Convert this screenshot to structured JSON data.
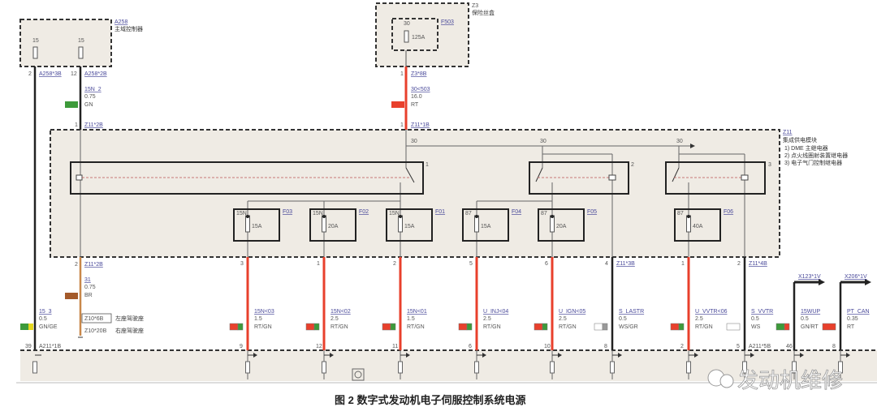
{
  "caption": "图 2 数字式发动机电子伺服控制系统电源",
  "watermark": "发动机维修",
  "colors": {
    "RT": "#e8402c",
    "GN": "#3d9a3a",
    "GE": "#e6d81e",
    "WS": "#ffffff",
    "GR": "#9a9a9a",
    "BR": "#a45a2a",
    "black": "#222222",
    "module_bg": "#efebe4"
  },
  "a258": {
    "id": "A258",
    "name": "主域控制器",
    "terminals": [
      "15",
      "15"
    ],
    "pins": [
      {
        "pin": "2",
        "connector": "A258*3B"
      },
      {
        "pin": "12",
        "connector": "A258*2B"
      }
    ]
  },
  "z3": {
    "id": "Z3",
    "name": "保险丝盒",
    "fuse": {
      "id": "F503",
      "terminal": "30",
      "rating": "125A"
    },
    "pin": "1",
    "connector": "Z3*8B"
  },
  "wire_15n2": {
    "signal": "15N_2",
    "gauge": "0.75",
    "color": "GN",
    "pin_in": "1",
    "connector_in": "Z11*2B"
  },
  "wire_30": {
    "signal": "30<503",
    "gauge": "16.0",
    "color": "RT",
    "pin_in": "1",
    "connector_in": "Z11*1B"
  },
  "z11": {
    "id": "Z11",
    "name": "集成供电模块",
    "legend": [
      "1)   DME 主继电器",
      "2)   点火线圈射装置继电器",
      "3)   电子气门控制继电器"
    ],
    "bus_labels": [
      "30",
      "30",
      "30"
    ],
    "relay_numbers": [
      "1",
      "2",
      "3"
    ],
    "fuses": [
      {
        "id": "F03",
        "terminal": "15N",
        "rating": "15A"
      },
      {
        "id": "F02",
        "terminal": "15N",
        "rating": "20A"
      },
      {
        "id": "F01",
        "terminal": "15N",
        "rating": "15A"
      },
      {
        "id": "F04",
        "terminal": "87",
        "rating": "15A"
      },
      {
        "id": "F05",
        "terminal": "87",
        "rating": "20A"
      },
      {
        "id": "F06",
        "terminal": "87",
        "rating": "40A"
      }
    ]
  },
  "wire_31": {
    "pin": "2",
    "connector": "Z11*2B",
    "signal": "31",
    "gauge": "0.75",
    "color": "BR",
    "splices": [
      {
        "connector": "Z10*6B",
        "location": "左座驾驶座"
      },
      {
        "connector": "Z10*20B",
        "location": "右座驾驶座"
      }
    ]
  },
  "wire_15_3": {
    "signal": "15_3",
    "gauge": "0.5",
    "color": "GN/GE",
    "pin_out": "39",
    "connector_out": "A211*1B"
  },
  "output_wires": [
    {
      "pin_top": "3",
      "signal": "15N<03",
      "gauge": "1.5",
      "color": "RT/GN",
      "pin_bottom": "9"
    },
    {
      "pin_top": "1",
      "signal": "15N<02",
      "gauge": "2.5",
      "color": "RT/GN",
      "pin_bottom": "12"
    },
    {
      "pin_top": "2",
      "signal": "15N<01",
      "gauge": "1.5",
      "color": "RT/GN",
      "pin_bottom": "11"
    },
    {
      "pin_top": "5",
      "signal": "U_INJ<04",
      "gauge": "2.5",
      "color": "RT/GN",
      "pin_bottom": "6"
    },
    {
      "pin_top": "6",
      "signal": "U_IGN<05",
      "gauge": "2.5",
      "color": "RT/GN",
      "pin_bottom": "10"
    },
    {
      "pin_top": "4",
      "connector_top": "Z11*3B",
      "signal": "S_LASTR",
      "gauge": "0.5",
      "color": "WS/GR",
      "pin_bottom": "8"
    },
    {
      "pin_top": "1",
      "signal": "U_VVTR<06",
      "gauge": "2.5",
      "color": "RT/GN",
      "pin_bottom": "2"
    },
    {
      "pin_top": "2",
      "connector_top": "Z11*4B",
      "signal": "S_VVTR",
      "gauge": "0.5",
      "color": "WS",
      "pin_bottom": "5",
      "connector_bottom": "A211*5B"
    },
    {
      "connector_top": "X123*1V",
      "signal": "15WUP",
      "gauge": "0.5",
      "color": "GN/RT",
      "pin_bottom": "46"
    },
    {
      "connector_top": "X206*1V",
      "signal": "PT_CAN",
      "gauge": "0.35",
      "color": "RT",
      "pin_bottom": "8"
    }
  ]
}
